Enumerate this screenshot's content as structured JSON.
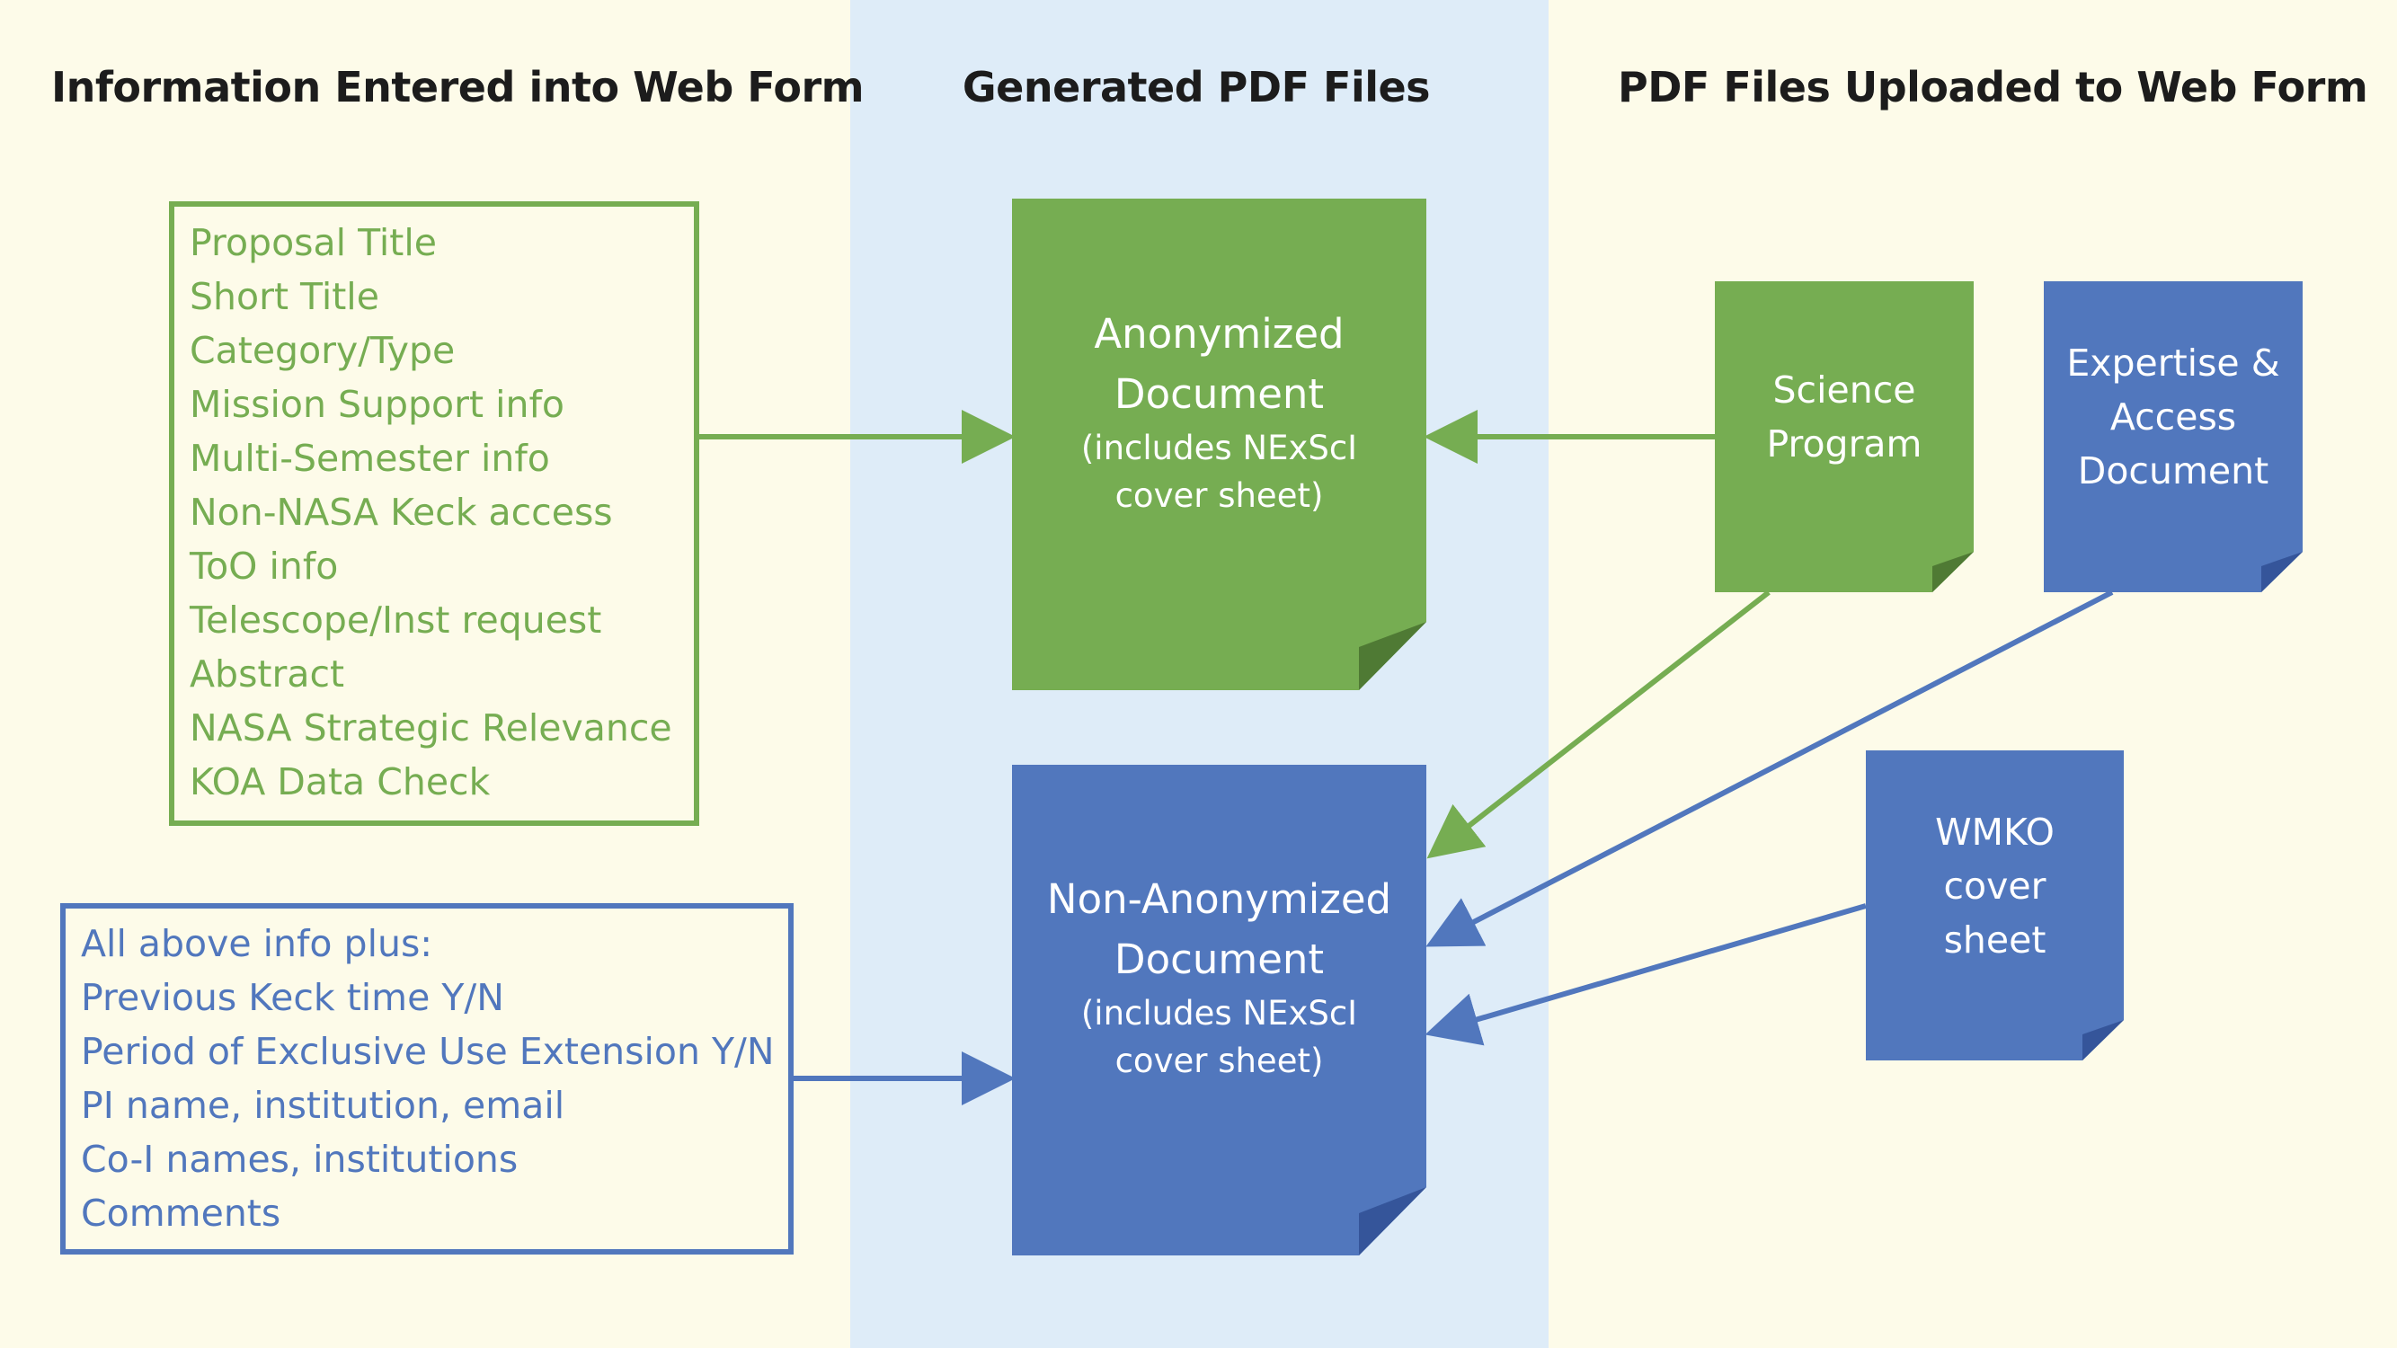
{
  "colors": {
    "page_background": "#fdfbe9",
    "middle_column_background": "#deecf8",
    "green": "#76ad52",
    "blue": "#5177bd",
    "green_fold": "#4f7a34",
    "blue_fold": "#35559a",
    "header_text": "#1c1c1c"
  },
  "headers": {
    "left": "Information Entered into Web Form",
    "middle": "Generated PDF Files",
    "right": "PDF Files Uploaded to Web Form"
  },
  "green_box": {
    "lines": [
      "Proposal Title",
      "Short Title",
      "Category/Type",
      "Mission Support info",
      "Multi-Semester info",
      "Non-NASA Keck access",
      "ToO info",
      "Telescope/Inst request",
      "Abstract",
      "NASA Strategic Relevance",
      "KOA Data Check"
    ]
  },
  "blue_box": {
    "lines": [
      "All above info plus:",
      "Previous Keck time Y/N",
      "Period of Exclusive Use Extension Y/N",
      "PI name, institution, email",
      "Co-I names, institutions",
      "Comments"
    ]
  },
  "docs": {
    "anonymized": {
      "title_line1": "Anonymized",
      "title_line2": "Document",
      "sub_line1": "(includes NExScI",
      "sub_line2": "cover sheet)"
    },
    "non_anonymized": {
      "title_line1": "Non-Anonymized",
      "title_line2": "Document",
      "sub_line1": "(includes NExScI",
      "sub_line2": "cover sheet)"
    },
    "science_program": {
      "line1": "Science",
      "line2": "Program"
    },
    "expertise": {
      "line1": "Expertise &",
      "line2": "Access",
      "line3": "Document"
    },
    "wmko": {
      "line1": "WMKO",
      "line2": "cover",
      "line3": "sheet"
    }
  }
}
